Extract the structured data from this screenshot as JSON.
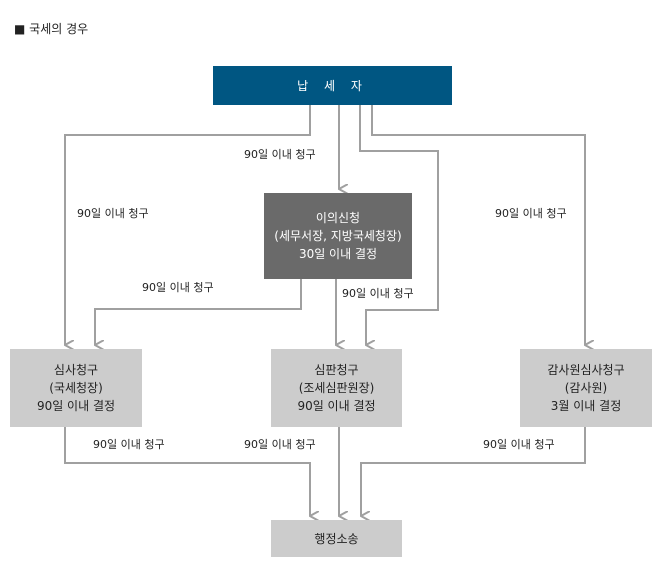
{
  "heading": "■ 국세의 경우",
  "nodes": {
    "taxpayer": "납 세 자",
    "objection": [
      "이의신청",
      "(세무서장, 지방국세청장)",
      "30일 이내 결정"
    ],
    "review": [
      "심사청구",
      "(국세청장)",
      "90일 이내 결정"
    ],
    "tribunal": [
      "심판청구",
      "(조세심판원장)",
      "90일 이내 결정"
    ],
    "audit": [
      "감사원심사청구",
      "(감사원)",
      "3월 이내 결정"
    ],
    "lawsuit": "행정소송"
  },
  "edge_labels": {
    "taxpayer_to_objection": "90일 이내 청구",
    "taxpayer_to_review": "90일 이내 청구",
    "taxpayer_to_audit": "90일 이내 청구",
    "objection_to_review": "90일 이내 청구",
    "objection_to_tribunal": "90일 이내 청구",
    "review_to_lawsuit": "90일 이내 청구",
    "tribunal_to_lawsuit": "90일 이내 청구",
    "audit_to_lawsuit": "90일 이내 청구"
  },
  "colors": {
    "primary": "#005682",
    "secondary": "#6a6a6a",
    "node": "#cccccc",
    "connector": "#a0a0a0"
  }
}
